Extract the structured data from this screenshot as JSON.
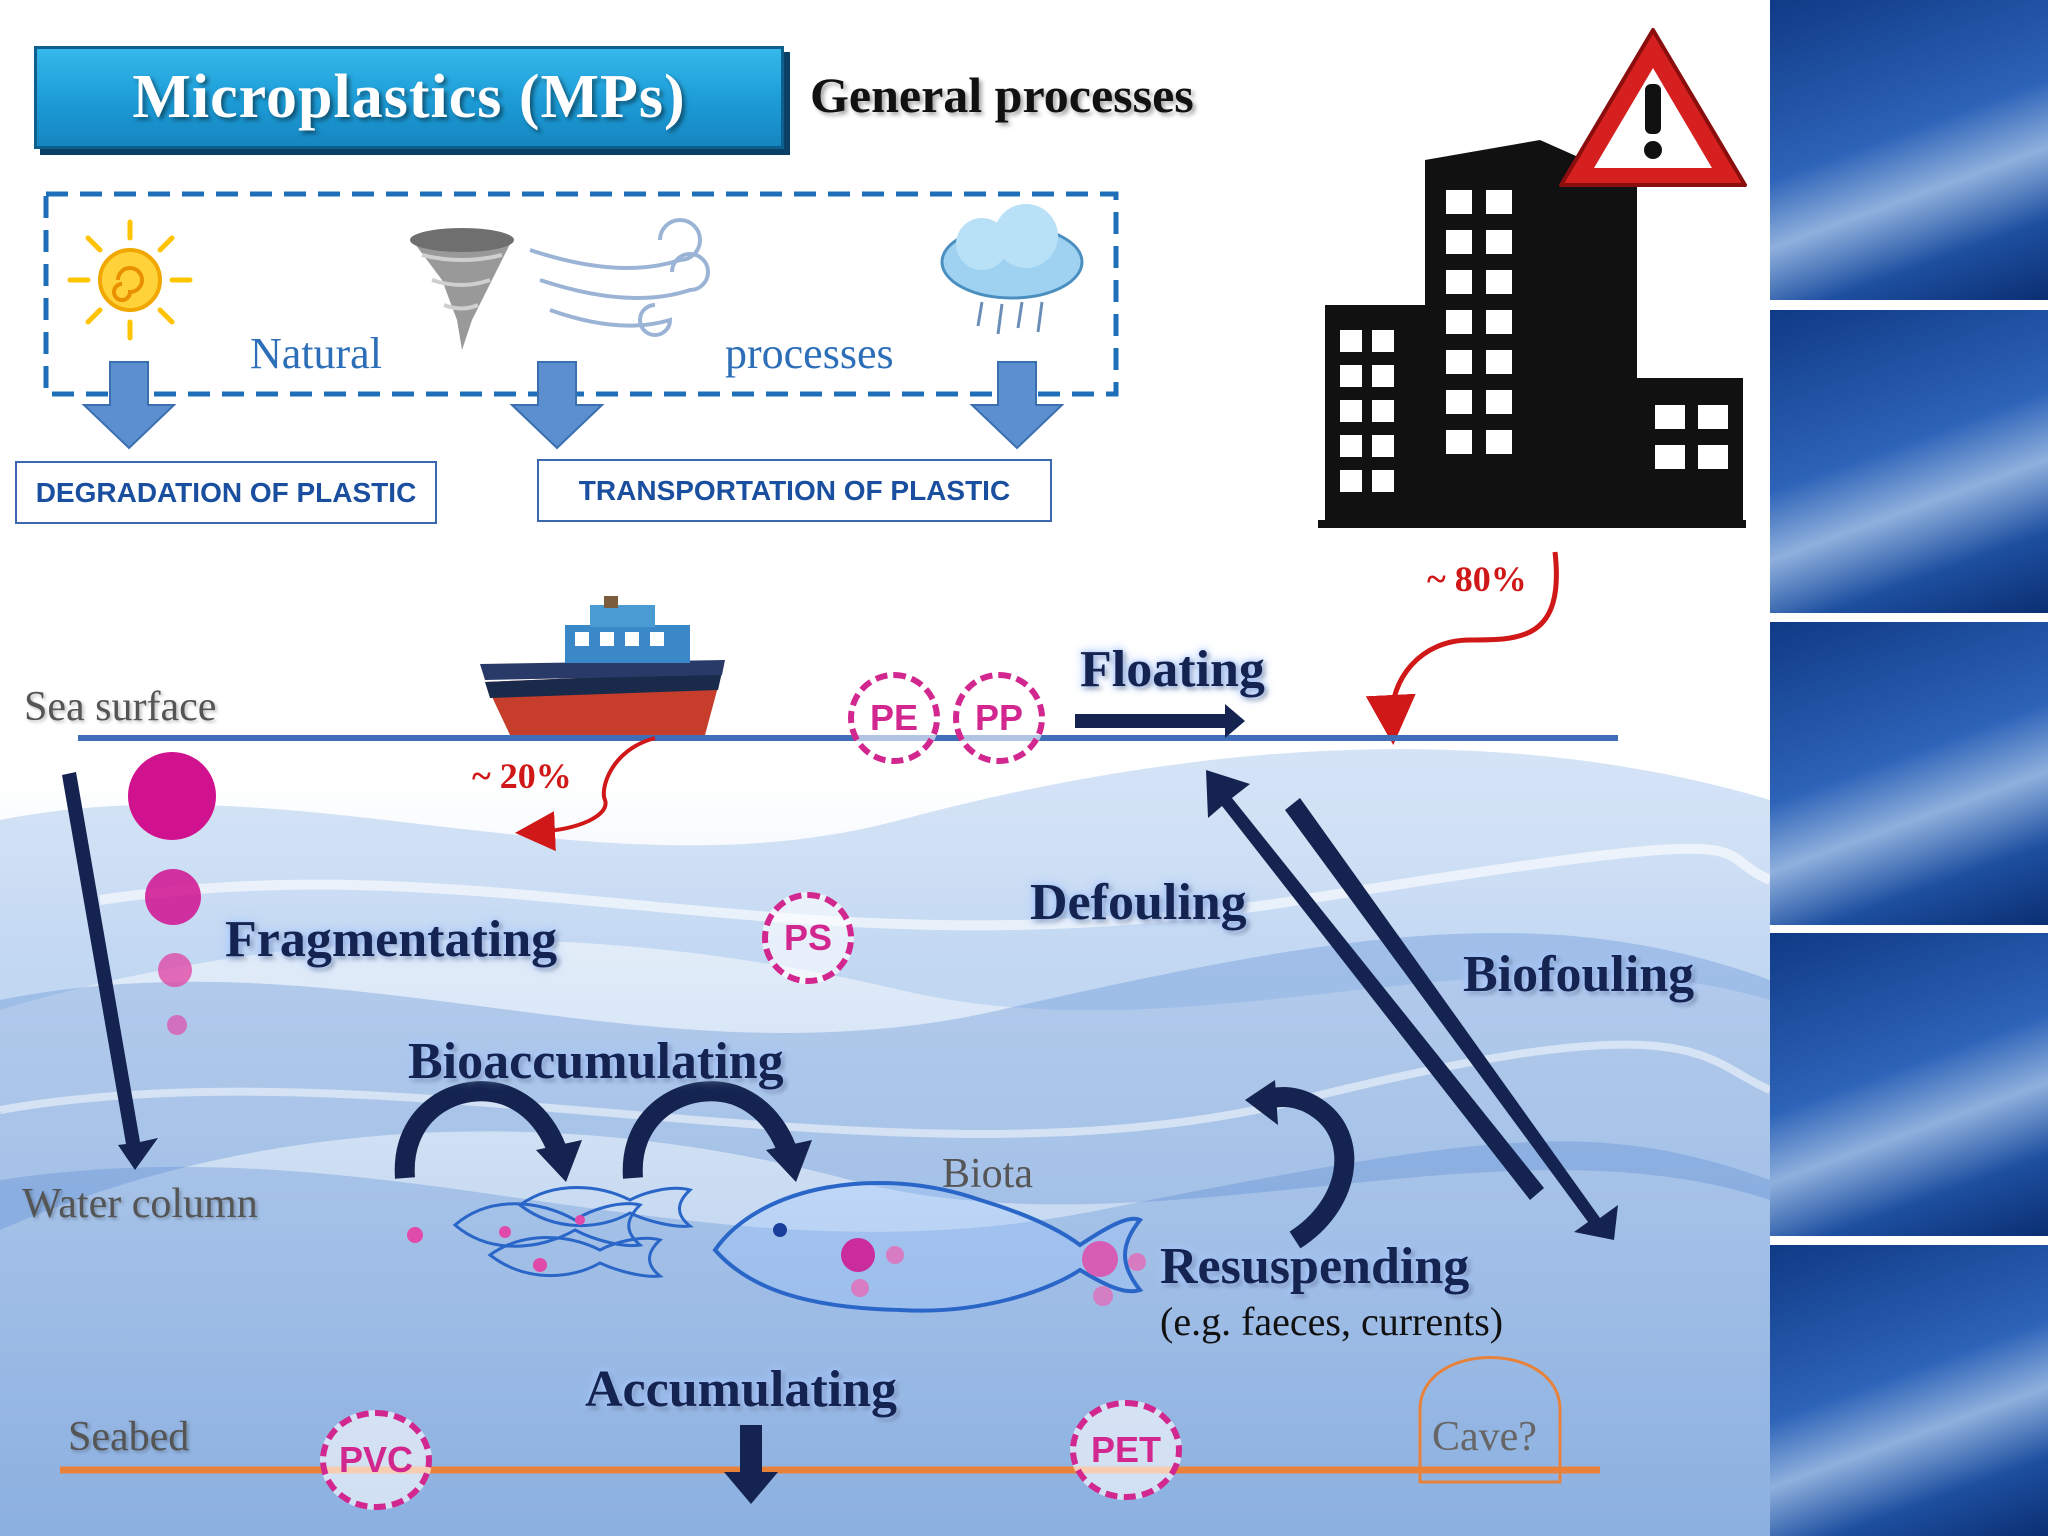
{
  "title": "Microplastics (MPs)",
  "subtitle": "General processes",
  "natural_processes": {
    "word1": "Natural",
    "word2": "processes",
    "icons": [
      "sun-icon",
      "tornado-icon",
      "wind-icon",
      "rain-cloud-icon"
    ]
  },
  "outcomes": {
    "degradation": "DEGRADATION OF PLASTIC",
    "transportation": "TRANSPORTATION OF PLASTIC"
  },
  "sources": {
    "land_pct": "~ 80%",
    "sea_pct": "~ 20%",
    "land_icon": "city-buildings-icon",
    "warning_icon": "warning-triangle-icon",
    "sea_icon": "ship-icon"
  },
  "zones": {
    "surface": "Sea surface",
    "water_column": "Water column",
    "seabed": "Seabed"
  },
  "processes": {
    "floating": "Floating",
    "fragmentating": "Fragmentating",
    "defouling": "Defouling",
    "biofouling": "Biofouling",
    "bioaccumulating": "Bioaccumulating",
    "resuspending": "Resuspending",
    "resuspending_note": "(e.g. faeces, currents)",
    "accumulating": "Accumulating"
  },
  "biota_label": "Biota",
  "polymers": {
    "pe": "PE",
    "pp": "PP",
    "ps": "PS",
    "pvc": "PVC",
    "pet": "PET"
  },
  "cave_label": "Cave?",
  "colors": {
    "title_bg": "#1c9bd6",
    "process_arrow": "#14234f",
    "particle": "#d1278f",
    "pct_red": "#d01818",
    "surface_line": "#3f6db8",
    "seabed_line": "#e8823a",
    "outcome_arrow": "#5b8fcf"
  }
}
